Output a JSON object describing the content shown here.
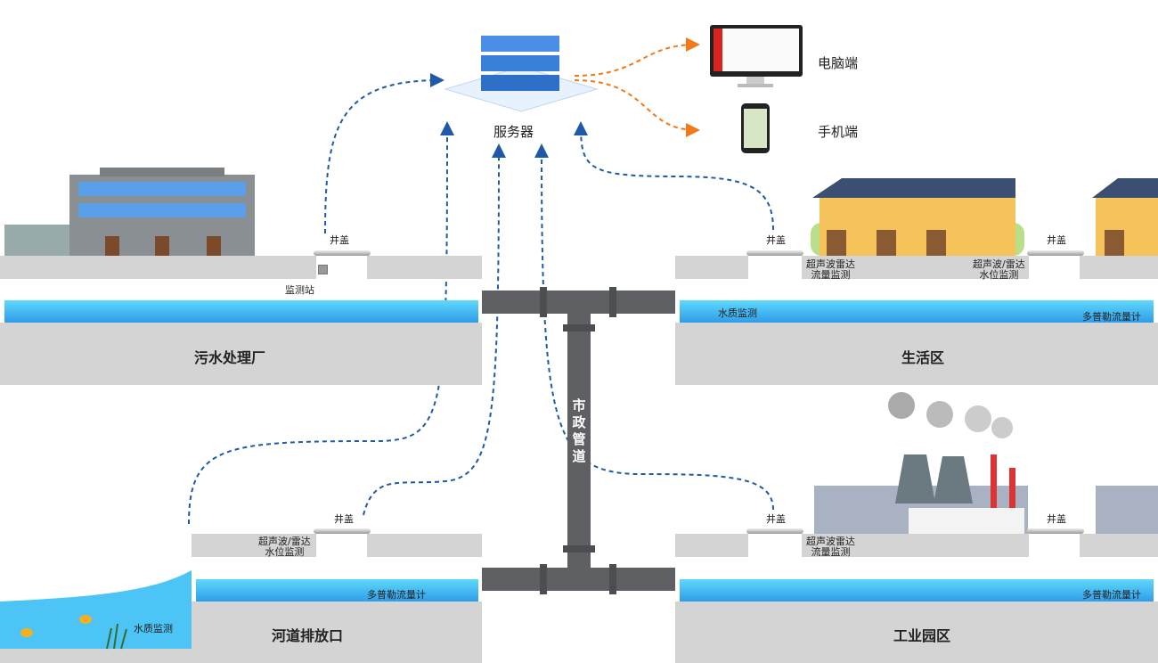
{
  "server": {
    "label": "服务器"
  },
  "clients": {
    "pc": "电脑端",
    "mobile": "手机端"
  },
  "pipe": {
    "label": "市政管道"
  },
  "zones": {
    "plant": {
      "name": "污水处理厂",
      "cover": "井盖",
      "station": "监测站"
    },
    "residential": {
      "name": "生活区",
      "cover1": "井盖",
      "cover2": "井盖",
      "flow_radar": "超声波雷达\n流量监测",
      "level_radar": "超声波/雷达\n水位监测",
      "water_quality": "水质监测",
      "doppler": "多普勒流量计"
    },
    "river": {
      "name": "河道排放口",
      "cover": "井盖",
      "level_radar": "超声波/雷达\n水位监测",
      "doppler": "多普勒流量计",
      "water_quality": "水质监测"
    },
    "industrial": {
      "name": "工业园区",
      "cover1": "井盖",
      "cover2": "井盖",
      "flow_radar": "超声波雷达\n流量监测",
      "doppler": "多普勒流量计"
    }
  },
  "colors": {
    "data_link": "#1f5aa8",
    "client_link": "#f07a1a",
    "pipe": "#5f6064",
    "water": "#3fb8f2",
    "ground": "#d4d4d4"
  }
}
